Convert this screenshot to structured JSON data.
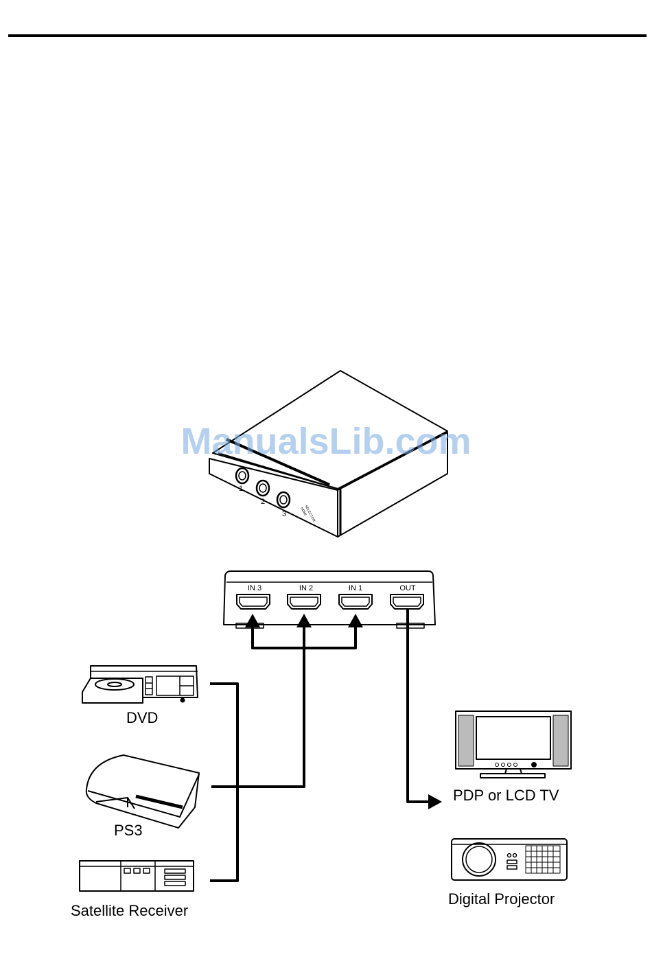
{
  "watermark": "ManualsLib.com",
  "selector": {
    "buttons": [
      "1",
      "2",
      "3"
    ],
    "model_label_line1": "HDMI",
    "model_label_line2": "SELECTOR"
  },
  "rear_panel": {
    "ports": [
      "IN 3",
      "IN 2",
      "IN 1",
      "OUT"
    ]
  },
  "sources": {
    "dvd": "DVD",
    "ps3": "PS3",
    "satellite": "Satellite Receiver"
  },
  "outputs": {
    "tv": "PDP or LCD TV",
    "projector": "Digital Projector"
  },
  "colors": {
    "line": "#000000",
    "watermark": "#78aae1"
  }
}
